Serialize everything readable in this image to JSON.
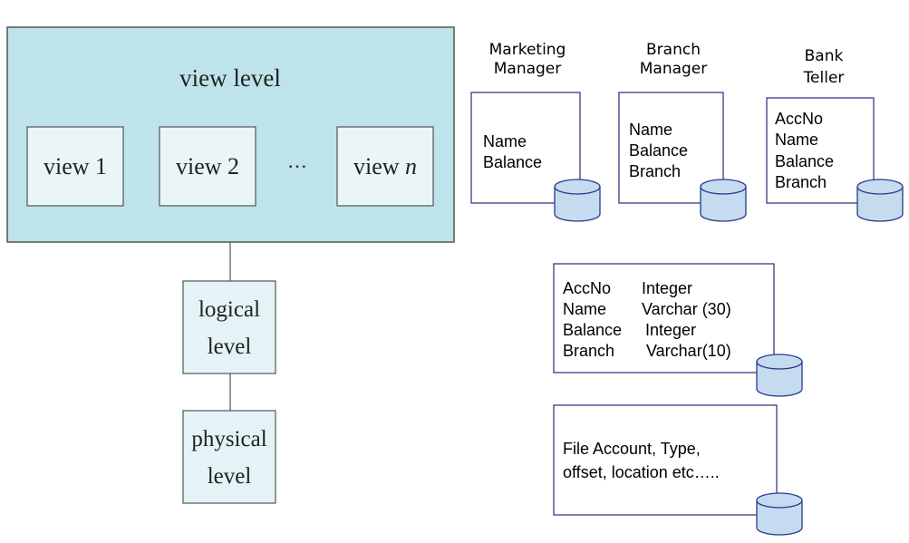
{
  "levels": {
    "view_level": "view level",
    "views": [
      "view 1",
      "view 2"
    ],
    "ellipsis": "···",
    "view_n_prefix": "view ",
    "view_n_suffix": "n",
    "logical": [
      "logical",
      "level"
    ],
    "physical": [
      "physical",
      "level"
    ]
  },
  "users": [
    {
      "title": [
        "Marketing",
        "Manager"
      ],
      "fields": [
        "Name",
        "Balance"
      ]
    },
    {
      "title": [
        "Branch",
        "Manager"
      ],
      "fields": [
        "Name",
        "Balance",
        "Branch"
      ]
    },
    {
      "title": [
        "Bank",
        "Teller"
      ],
      "fields": [
        "AccNo",
        "Name",
        "Balance",
        "Branch"
      ]
    }
  ],
  "logical_schema": [
    {
      "field": "AccNo",
      "type": "Integer"
    },
    {
      "field": "Name",
      "type": "Varchar (30)"
    },
    {
      "field": "Balance",
      "type": "Integer"
    },
    {
      "field": "Branch",
      "type": "Varchar(10)"
    }
  ],
  "physical_schema": [
    "File Account, Type,",
    "offset, location etc….."
  ],
  "colors": {
    "view_level_fill": "#bfe3ea",
    "level_box_fill": "#e3f3f6",
    "view_box_fill": "#eaf5f8",
    "cylinder_fill": "#c5dbf0",
    "cylinder_stroke": "#2a3a8c",
    "box_stroke": "#2a2a80"
  }
}
